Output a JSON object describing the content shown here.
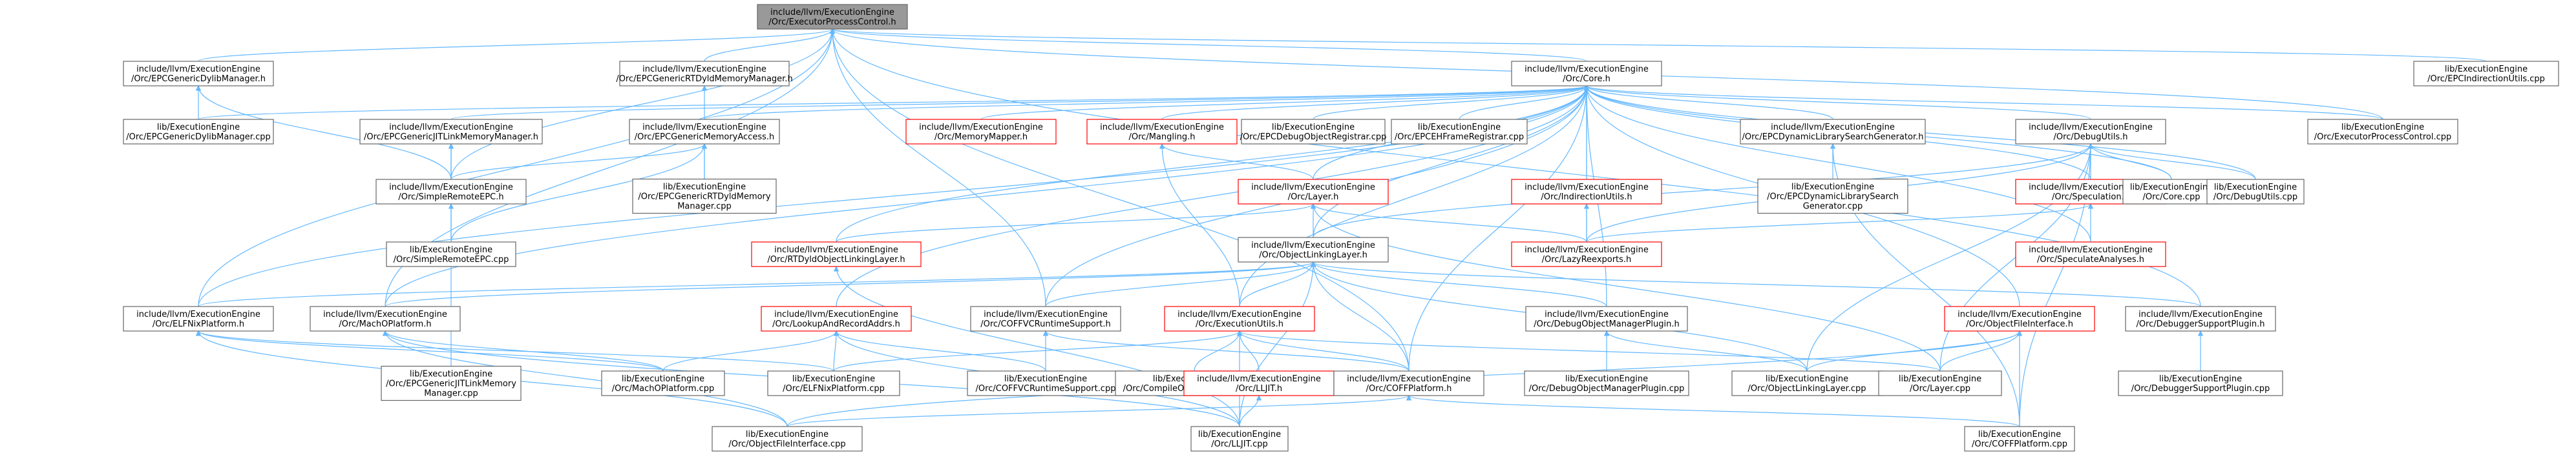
{
  "diagram": {
    "nodes": [
      {
        "id": "root",
        "lines": [
          "include/llvm/ExecutionEngine",
          "/Orc/ExecutorProcessControl.h"
        ],
        "style": "root"
      },
      {
        "id": "n1",
        "lines": [
          "include/llvm/ExecutionEngine",
          "/Orc/EPCGenericDylibManager.h"
        ],
        "style": "normal"
      },
      {
        "id": "n2",
        "lines": [
          "include/llvm/ExecutionEngine",
          "/Orc/EPCGenericRTDyldMemoryManager.h"
        ],
        "style": "normal"
      },
      {
        "id": "n3",
        "lines": [
          "include/llvm/ExecutionEngine",
          "/Orc/Core.h"
        ],
        "style": "normal"
      },
      {
        "id": "n4",
        "lines": [
          "lib/ExecutionEngine",
          "/Orc/EPCIndirectionUtils.cpp"
        ],
        "style": "normal"
      },
      {
        "id": "n5",
        "lines": [
          "lib/ExecutionEngine",
          "/Orc/EPCGenericDylibManager.cpp"
        ],
        "style": "normal"
      },
      {
        "id": "n6",
        "lines": [
          "include/llvm/ExecutionEngine",
          "/Orc/EPCGenericJITLinkMemoryManager.h"
        ],
        "style": "normal"
      },
      {
        "id": "n7",
        "lines": [
          "include/llvm/ExecutionEngine",
          "/Orc/EPCGenericMemoryAccess.h"
        ],
        "style": "normal"
      },
      {
        "id": "n8",
        "lines": [
          "include/llvm/ExecutionEngine",
          "/Orc/MemoryMapper.h"
        ],
        "style": "red"
      },
      {
        "id": "n9",
        "lines": [
          "include/llvm/ExecutionEngine",
          "/Orc/Mangling.h"
        ],
        "style": "red"
      },
      {
        "id": "n10",
        "lines": [
          "lib/ExecutionEngine",
          "/Orc/EPCDebugObjectRegistrar.cpp"
        ],
        "style": "normal"
      },
      {
        "id": "n11",
        "lines": [
          "lib/ExecutionEngine",
          "/Orc/EPCEHFrameRegistrar.cpp"
        ],
        "style": "normal"
      },
      {
        "id": "n12",
        "lines": [
          "include/llvm/ExecutionEngine",
          "/Orc/EPCDynamicLibrarySearchGenerator.h"
        ],
        "style": "normal"
      },
      {
        "id": "n13",
        "lines": [
          "include/llvm/ExecutionEngine",
          "/Orc/DebugUtils.h"
        ],
        "style": "normal"
      },
      {
        "id": "n14",
        "lines": [
          "lib/ExecutionEngine",
          "/Orc/ExecutorProcessControl.cpp"
        ],
        "style": "normal"
      },
      {
        "id": "n15",
        "lines": [
          "include/llvm/ExecutionEngine",
          "/Orc/SimpleRemoteEPC.h"
        ],
        "style": "normal"
      },
      {
        "id": "n16",
        "lines": [
          "lib/ExecutionEngine",
          "/Orc/EPCGenericRTDyldMemory",
          "Manager.cpp"
        ],
        "style": "normal"
      },
      {
        "id": "n17",
        "lines": [
          "include/llvm/ExecutionEngine",
          "/Orc/Layer.h"
        ],
        "style": "red"
      },
      {
        "id": "n18",
        "lines": [
          "include/llvm/ExecutionEngine",
          "/Orc/IndirectionUtils.h"
        ],
        "style": "red"
      },
      {
        "id": "n19",
        "lines": [
          "lib/ExecutionEngine",
          "/Orc/EPCDynamicLibrarySearch",
          "Generator.cpp"
        ],
        "style": "normal"
      },
      {
        "id": "n20",
        "lines": [
          "include/llvm/ExecutionEngine",
          "/Orc/Speculation.h"
        ],
        "style": "red"
      },
      {
        "id": "n21",
        "lines": [
          "lib/ExecutionEngine",
          "/Orc/Core.cpp"
        ],
        "style": "normal"
      },
      {
        "id": "n22",
        "lines": [
          "lib/ExecutionEngine",
          "/Orc/DebugUtils.cpp"
        ],
        "style": "normal"
      },
      {
        "id": "n23",
        "lines": [
          "lib/ExecutionEngine",
          "/Orc/SimpleRemoteEPC.cpp"
        ],
        "style": "normal"
      },
      {
        "id": "n24",
        "lines": [
          "include/llvm/ExecutionEngine",
          "/Orc/RTDyldObjectLinkingLayer.h"
        ],
        "style": "red"
      },
      {
        "id": "n25",
        "lines": [
          "include/llvm/ExecutionEngine",
          "/Orc/ObjectLinkingLayer.h"
        ],
        "style": "normal"
      },
      {
        "id": "n26",
        "lines": [
          "include/llvm/ExecutionEngine",
          "/Orc/LazyReexports.h"
        ],
        "style": "red"
      },
      {
        "id": "n27",
        "lines": [
          "include/llvm/ExecutionEngine",
          "/Orc/SpeculateAnalyses.h"
        ],
        "style": "red"
      },
      {
        "id": "n28",
        "lines": [
          "include/llvm/ExecutionEngine",
          "/Orc/ELFNixPlatform.h"
        ],
        "style": "normal"
      },
      {
        "id": "n29",
        "lines": [
          "include/llvm/ExecutionEngine",
          "/Orc/MachOPlatform.h"
        ],
        "style": "normal"
      },
      {
        "id": "n30",
        "lines": [
          "include/llvm/ExecutionEngine",
          "/Orc/LookupAndRecordAddrs.h"
        ],
        "style": "red"
      },
      {
        "id": "n31",
        "lines": [
          "include/llvm/ExecutionEngine",
          "/Orc/COFFVCRuntimeSupport.h"
        ],
        "style": "normal"
      },
      {
        "id": "n32",
        "lines": [
          "include/llvm/ExecutionEngine",
          "/Orc/ExecutionUtils.h"
        ],
        "style": "red"
      },
      {
        "id": "n33",
        "lines": [
          "include/llvm/ExecutionEngine",
          "/Orc/DebugObjectManagerPlugin.h"
        ],
        "style": "normal"
      },
      {
        "id": "n34",
        "lines": [
          "include/llvm/ExecutionEngine",
          "/Orc/ObjectFileInterface.h"
        ],
        "style": "red"
      },
      {
        "id": "n35",
        "lines": [
          "include/llvm/ExecutionEngine",
          "/Orc/DebuggerSupportPlugin.h"
        ],
        "style": "normal"
      },
      {
        "id": "n36",
        "lines": [
          "lib/ExecutionEngine",
          "/Orc/EPCGenericJITLinkMemory",
          "Manager.cpp"
        ],
        "style": "normal"
      },
      {
        "id": "n37",
        "lines": [
          "lib/ExecutionEngine",
          "/Orc/MachOPlatform.cpp"
        ],
        "style": "normal"
      },
      {
        "id": "n38",
        "lines": [
          "lib/ExecutionEngine",
          "/Orc/ELFNixPlatform.cpp"
        ],
        "style": "normal"
      },
      {
        "id": "n39",
        "lines": [
          "lib/ExecutionEngine",
          "/Orc/COFFVCRuntimeSupport.cpp"
        ],
        "style": "normal"
      },
      {
        "id": "n40",
        "lines": [
          "lib/ExecutionEngine",
          "/Orc/CompileOnDemandLayer.cpp"
        ],
        "style": "normal"
      },
      {
        "id": "n41",
        "lines": [
          "include/llvm/ExecutionEngine",
          "/Orc/LLJIT.h"
        ],
        "style": "red"
      },
      {
        "id": "n42",
        "lines": [
          "include/llvm/ExecutionEngine",
          "/Orc/COFFPlatform.h"
        ],
        "style": "normal"
      },
      {
        "id": "n43",
        "lines": [
          "lib/ExecutionEngine",
          "/Orc/DebugObjectManagerPlugin.cpp"
        ],
        "style": "normal"
      },
      {
        "id": "n44",
        "lines": [
          "lib/ExecutionEngine",
          "/Orc/ObjectLinkingLayer.cpp"
        ],
        "style": "normal"
      },
      {
        "id": "n45",
        "lines": [
          "lib/ExecutionEngine",
          "/Orc/Layer.cpp"
        ],
        "style": "normal"
      },
      {
        "id": "n46",
        "lines": [
          "lib/ExecutionEngine",
          "/Orc/DebuggerSupportPlugin.cpp"
        ],
        "style": "normal"
      },
      {
        "id": "n47",
        "lines": [
          "lib/ExecutionEngine",
          "/Orc/ObjectFileInterface.cpp"
        ],
        "style": "normal"
      },
      {
        "id": "n48",
        "lines": [
          "lib/ExecutionEngine",
          "/Orc/LLJIT.cpp"
        ],
        "style": "normal"
      },
      {
        "id": "n49",
        "lines": [
          "lib/ExecutionEngine",
          "/Orc/COFFPlatform.cpp"
        ],
        "style": "normal"
      }
    ],
    "edges": [
      [
        "n1",
        "root"
      ],
      [
        "n2",
        "root"
      ],
      [
        "n3",
        "root"
      ],
      [
        "n4",
        "root"
      ],
      [
        "n15",
        "root"
      ],
      [
        "n28",
        "root"
      ],
      [
        "n29",
        "root"
      ],
      [
        "n31",
        "root"
      ],
      [
        "n42",
        "root"
      ],
      [
        "n35",
        "root"
      ],
      [
        "n14",
        "root"
      ],
      [
        "n5",
        "n1"
      ],
      [
        "n15",
        "n1"
      ],
      [
        "n16",
        "n2"
      ],
      [
        "n5",
        "n3"
      ],
      [
        "n6",
        "n3"
      ],
      [
        "n7",
        "n3"
      ],
      [
        "n8",
        "n3"
      ],
      [
        "n9",
        "n3"
      ],
      [
        "n10",
        "n3"
      ],
      [
        "n11",
        "n3"
      ],
      [
        "n12",
        "n3"
      ],
      [
        "n13",
        "n3"
      ],
      [
        "n14",
        "n3"
      ],
      [
        "n17",
        "n3"
      ],
      [
        "n18",
        "n3"
      ],
      [
        "n20",
        "n3"
      ],
      [
        "n21",
        "n3"
      ],
      [
        "n22",
        "n3"
      ],
      [
        "n24",
        "n3"
      ],
      [
        "n25",
        "n3"
      ],
      [
        "n26",
        "n3"
      ],
      [
        "n27",
        "n3"
      ],
      [
        "n28",
        "n3"
      ],
      [
        "n29",
        "n3"
      ],
      [
        "n30",
        "n3"
      ],
      [
        "n31",
        "n3"
      ],
      [
        "n32",
        "n3"
      ],
      [
        "n33",
        "n3"
      ],
      [
        "n34",
        "n3"
      ],
      [
        "n42",
        "n3"
      ],
      [
        "n15",
        "n6"
      ],
      [
        "n23",
        "n6"
      ],
      [
        "n36",
        "n6"
      ],
      [
        "n15",
        "n7"
      ],
      [
        "n16",
        "n7"
      ],
      [
        "n23",
        "n7"
      ],
      [
        "n17",
        "n9"
      ],
      [
        "n32",
        "n9"
      ],
      [
        "n19",
        "n12"
      ],
      [
        "n49",
        "n12"
      ],
      [
        "n20",
        "n13"
      ],
      [
        "n21",
        "n13"
      ],
      [
        "n22",
        "n13"
      ],
      [
        "n25",
        "n13"
      ],
      [
        "n26",
        "n13"
      ],
      [
        "n44",
        "n13"
      ],
      [
        "n45",
        "n13"
      ],
      [
        "n49",
        "n13"
      ],
      [
        "n23",
        "n15"
      ],
      [
        "n24",
        "n17"
      ],
      [
        "n25",
        "n17"
      ],
      [
        "n26",
        "n17"
      ],
      [
        "n45",
        "n17"
      ],
      [
        "n26",
        "n18"
      ],
      [
        "n27",
        "n20"
      ],
      [
        "n26",
        "n20"
      ],
      [
        "n48",
        "n24"
      ],
      [
        "n28",
        "n25"
      ],
      [
        "n29",
        "n25"
      ],
      [
        "n31",
        "n25"
      ],
      [
        "n32",
        "n25"
      ],
      [
        "n33",
        "n25"
      ],
      [
        "n42",
        "n25"
      ],
      [
        "n44",
        "n25"
      ],
      [
        "n48",
        "n25"
      ],
      [
        "n35",
        "n25"
      ],
      [
        "n37",
        "n28"
      ],
      [
        "n38",
        "n28"
      ],
      [
        "n47",
        "n28"
      ],
      [
        "n37",
        "n29"
      ],
      [
        "n47",
        "n29"
      ],
      [
        "n48",
        "n29"
      ],
      [
        "n37",
        "n30"
      ],
      [
        "n38",
        "n30"
      ],
      [
        "n39",
        "n30"
      ],
      [
        "n48",
        "n30"
      ],
      [
        "n39",
        "n31"
      ],
      [
        "n42",
        "n31"
      ],
      [
        "n38",
        "n32"
      ],
      [
        "n40",
        "n32"
      ],
      [
        "n41",
        "n32"
      ],
      [
        "n42",
        "n32"
      ],
      [
        "n48",
        "n32"
      ],
      [
        "n45",
        "n32"
      ],
      [
        "n43",
        "n33"
      ],
      [
        "n44",
        "n33"
      ],
      [
        "n45",
        "n34"
      ],
      [
        "n44",
        "n34"
      ],
      [
        "n47",
        "n34"
      ],
      [
        "n49",
        "n34"
      ],
      [
        "n46",
        "n35"
      ],
      [
        "n48",
        "n41"
      ],
      [
        "n47",
        "n42"
      ],
      [
        "n49",
        "n42"
      ]
    ]
  },
  "colors": {
    "edge": "#63b8ff",
    "root_fill": "#999999",
    "root_border": "#666666",
    "node_fill": "#ffffff",
    "node_border": "#666666",
    "red_border": "#ff0000"
  }
}
